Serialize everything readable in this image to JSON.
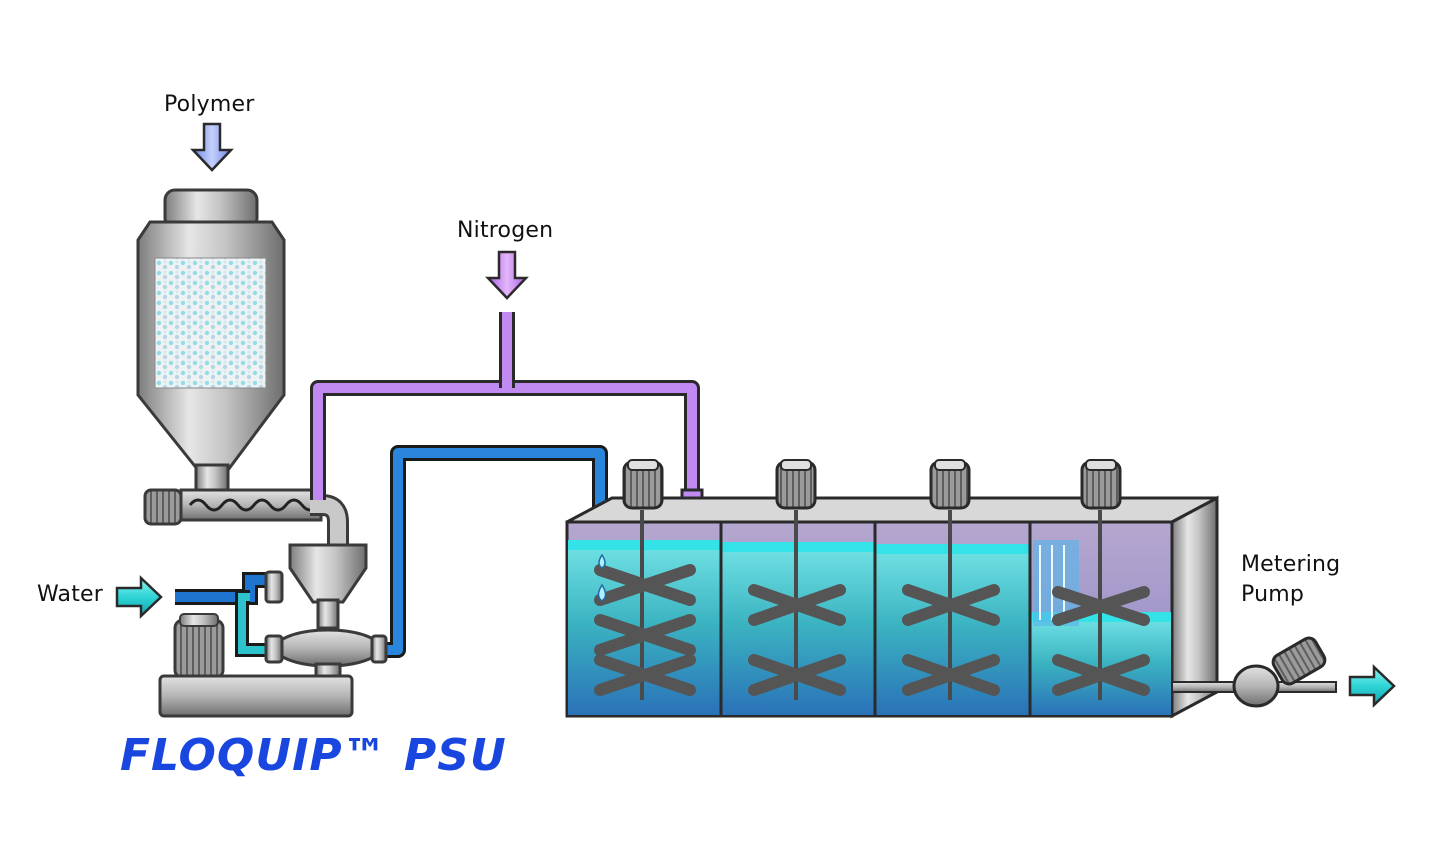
{
  "labels": {
    "polymer": "Polymer",
    "nitrogen": "Nitrogen",
    "water": "Water",
    "metering_line1": "Metering",
    "metering_line2": "Pump"
  },
  "brand": "FLOQUIP™ PSU",
  "colors": {
    "brand": "#1a46e0",
    "polymer_arrow": "#9aaaf5",
    "nitrogen_arrow": "#c77ef0",
    "water_arrow": "#2fd4d6",
    "nitrogen_pipe": "#b77be8",
    "water_pipe": "#1e66c8",
    "tank_liquid": "#3fb8c0",
    "metal": "#a8a8a8"
  },
  "tank": {
    "compartments": 4,
    "motors": 4
  }
}
